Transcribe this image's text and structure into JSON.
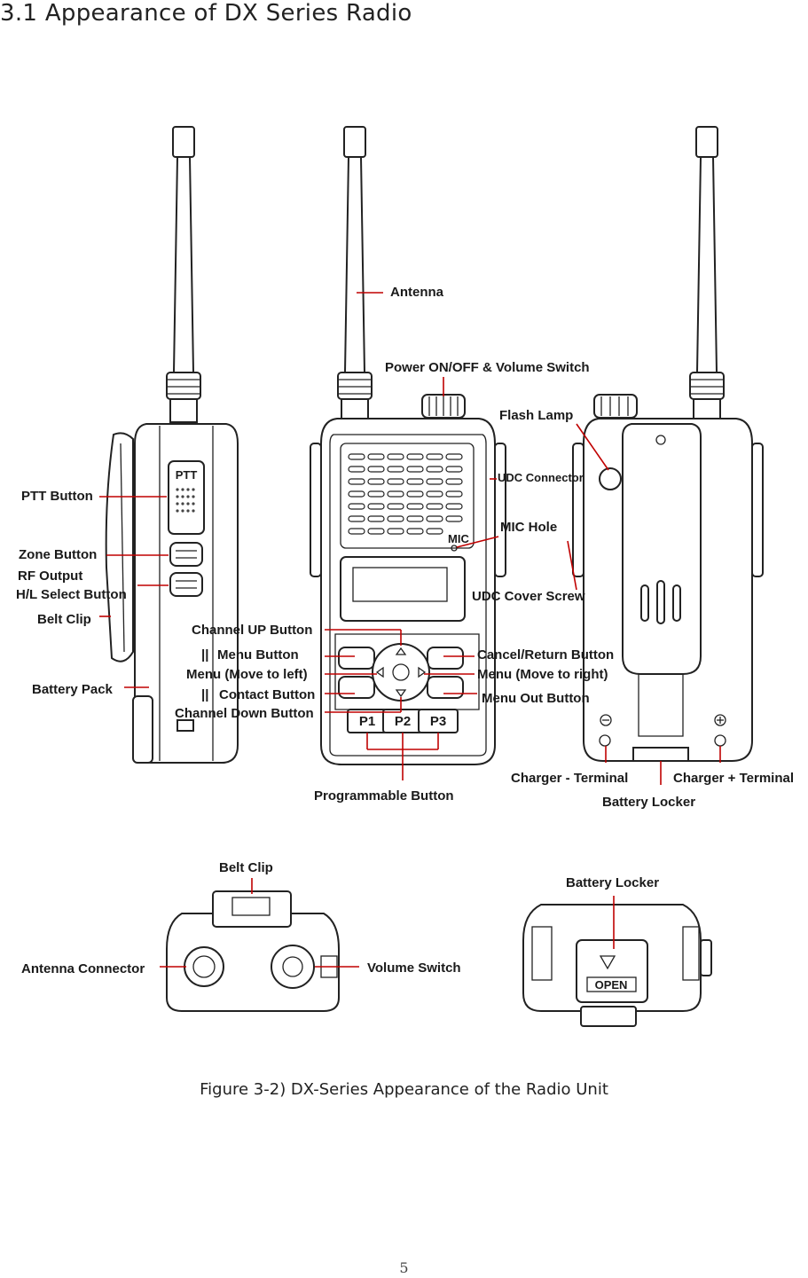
{
  "heading": "3.1 Appearance of DX Series Radio",
  "labels": {
    "antenna": "Antenna",
    "power": "Power ON/OFF & Volume Switch",
    "flash_lamp": "Flash Lamp",
    "udc_connector": "UDC Connector",
    "mic_hole": "MIC Hole",
    "udc_cover_screw": "UDC Cover Screw",
    "ptt_button": "PTT Button",
    "zone_button": "Zone Button",
    "rf_output": "RF Output",
    "hl_select": "H/L Select Button",
    "belt_clip_side": "Belt Clip",
    "battery_pack": "Battery Pack",
    "channel_up": "Channel UP Button",
    "menu_button": "Menu Button",
    "menu_left": "Menu (Move to left)",
    "contact_button": "Contact Button",
    "channel_down": "Channel Down Button",
    "cancel_return": "Cancel/Return Button",
    "menu_right": "Menu (Move to right)",
    "menu_out": "Menu Out Button",
    "programmable": "Programmable Button",
    "charger_minus": "Charger - Terminal",
    "charger_plus": "Charger + Terminal",
    "battery_locker": "Battery Locker",
    "belt_clip_top": "Belt Clip",
    "antenna_connector": "Antenna Connector",
    "volume_switch": "Volume Switch",
    "battery_locker_bottom": "Battery Locker"
  },
  "device_text": {
    "ptt": "PTT",
    "mic": "MIC",
    "p1": "P1",
    "p2": "P2",
    "p3": "P3",
    "open": "OPEN"
  },
  "caption": "Figure 3-2) DX-Series Appearance of the Radio Unit",
  "page_number": "5"
}
